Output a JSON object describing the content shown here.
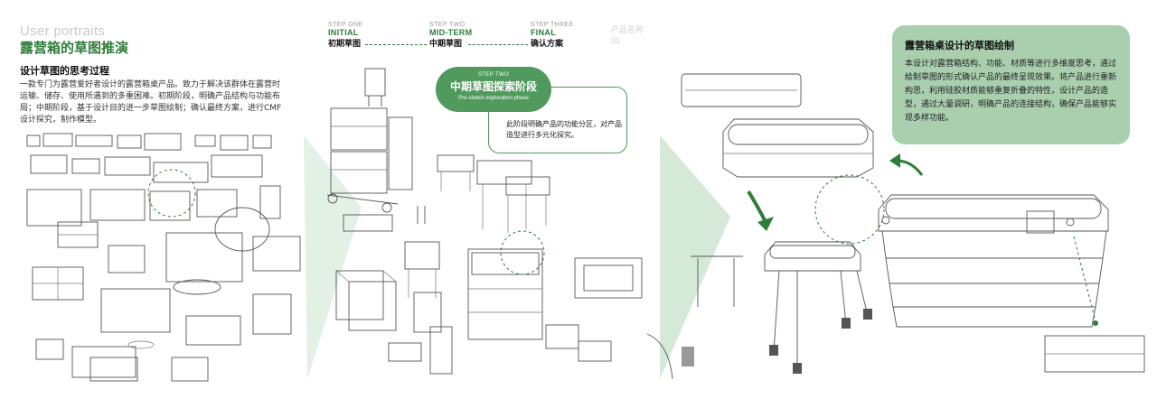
{
  "header": {
    "section_en": "User portraits",
    "title": "露营箱的草图推演"
  },
  "thinking": {
    "heading": "设计草图的思考过程",
    "body": "一款专门为露营爱好者设计的露营箱桌产品。致力于解决该群体在露营时运输、储存、使用所遇到的多重困难。初期阶段，明确产品结构与功能布局；中期阶段，基于设计目的进一步草图绘制；确认最终方案，进行CMF设计探究，制作模型。"
  },
  "steps": [
    {
      "label": "STEP ONE",
      "en": "INITIAL",
      "cn": "初期草图"
    },
    {
      "label": "STEP TWO",
      "en": "MID-TERM",
      "cn": "中期草图"
    },
    {
      "label": "STEP THREE",
      "en": "FINAL",
      "cn": "确认方案"
    }
  ],
  "product": {
    "name_label": "产品名称",
    "number": "01"
  },
  "stage_badge": {
    "step": "STEP TWO",
    "title": "中期草图探索阶段",
    "subtitle": "Pre-sketch exploration phase"
  },
  "stage_note": "此阶段明确产品的功能分区，对产品造型进行多元化探究。",
  "final_panel": {
    "heading": "露营箱桌设计的草图绘制",
    "body": "本设计对露营箱结构、功能、材质等进行多维度思考，通过绘制草图的形式确认产品的最终呈现效果。将产品进行重新构思，利用硅胶材质能够重复折叠的特性，设计产品的造型，通过大量调研，明确产品的连接结构，确保产品能够实现多样功能。"
  },
  "colors": {
    "accent": "#2e7d3a",
    "badge": "#4f9a5c",
    "panel": "#a9cfae",
    "arrow_fill": "#cfe6d2"
  },
  "illustrations": {
    "initial": "initial-sketch-collage",
    "mid": "mid-term-sketch-collage",
    "final": "final-box-table-render"
  }
}
